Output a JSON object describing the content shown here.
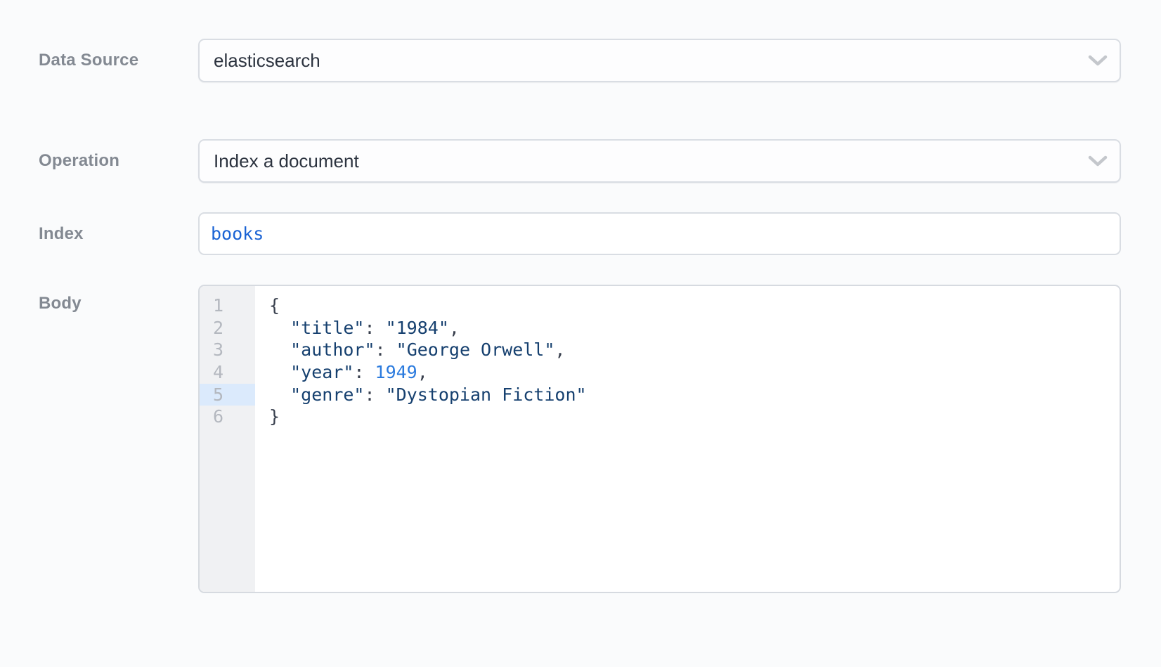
{
  "fields": {
    "data_source": {
      "label": "Data Source",
      "value": "elasticsearch",
      "icon": "chevron-down-icon"
    },
    "operation": {
      "label": "Operation",
      "value": "Index a document",
      "icon": "chevron-down-icon"
    },
    "index": {
      "label": "Index",
      "value": "books"
    },
    "body": {
      "label": "Body",
      "active_line": 5,
      "lines": [
        [
          {
            "text": "{",
            "type": "punct"
          }
        ],
        [
          {
            "text": "  ",
            "type": "plain"
          },
          {
            "text": "\"title\"",
            "type": "string"
          },
          {
            "text": ": ",
            "type": "punct"
          },
          {
            "text": "\"1984\"",
            "type": "string"
          },
          {
            "text": ",",
            "type": "punct"
          }
        ],
        [
          {
            "text": "  ",
            "type": "plain"
          },
          {
            "text": "\"author\"",
            "type": "string"
          },
          {
            "text": ": ",
            "type": "punct"
          },
          {
            "text": "\"George Orwell\"",
            "type": "string"
          },
          {
            "text": ",",
            "type": "punct"
          }
        ],
        [
          {
            "text": "  ",
            "type": "plain"
          },
          {
            "text": "\"year\"",
            "type": "string"
          },
          {
            "text": ": ",
            "type": "punct"
          },
          {
            "text": "1949",
            "type": "number"
          },
          {
            "text": ",",
            "type": "punct"
          }
        ],
        [
          {
            "text": "  ",
            "type": "plain"
          },
          {
            "text": "\"genre\"",
            "type": "string"
          },
          {
            "text": ": ",
            "type": "punct"
          },
          {
            "text": "\"Dystopian Fiction\"",
            "type": "string"
          }
        ],
        [
          {
            "text": "}",
            "type": "punct"
          }
        ]
      ]
    }
  },
  "colors": {
    "page_background": "#fafbfc",
    "box_border": "#d9dde3",
    "label_text": "#838992",
    "value_text": "#2c333f",
    "expression_blue": "#1a63d4",
    "gutter_background": "#f0f1f3",
    "line_number": "#b4b8bf",
    "active_line_background": "#dbeafc",
    "code_string": "#16406f",
    "code_number": "#2a7ade",
    "code_punctuation": "#39404e",
    "chevron_gray": "#c4c7cc"
  }
}
